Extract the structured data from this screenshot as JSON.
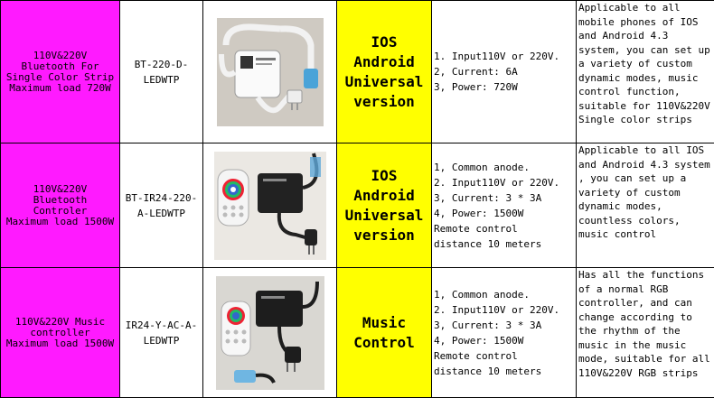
{
  "rows": [
    {
      "name_lines": [
        "110V&220V",
        "Bluetooth For",
        "Single Color Strip",
        "Maximum load 720W"
      ],
      "model_lines": [
        "BT-220-D-",
        "LEDWTP"
      ],
      "photo_icon": "bluetooth-controller-photo",
      "system_lines": [
        "IOS",
        "Android",
        "Universal",
        "version"
      ],
      "spec_lines": [
        "1. Input110V or 220V.",
        "2, Current: 6A",
        "3, Power: 720W"
      ],
      "desc_lines": [
        "Applicable to all",
        "mobile phones of IOS",
        "and Android 4.3",
        "system, you can set up",
        "a variety of custom",
        "dynamic modes, music",
        "control function,",
        "suitable for 110V&220V",
        "Single color strips"
      ]
    },
    {
      "name_lines": [
        "110V&220V",
        "Bluetooth",
        "Controler",
        "Maximum load 1500W"
      ],
      "model_lines": [
        "BT-IR24-220-",
        "A-LEDWTP"
      ],
      "photo_icon": "rgb-bluetooth-controller-remote-photo",
      "system_lines": [
        "IOS",
        "Android",
        "Universal",
        "version"
      ],
      "spec_lines": [
        "1, Common anode.",
        "2. Input110V or 220V.",
        "3, Current: 3 * 3A",
        "4, Power: 1500W",
        "Remote control",
        "distance 10 meters"
      ],
      "desc_lines": [
        "Applicable to all IOS",
        "and Android 4.3 system",
        ", you can set up a",
        "variety of custom",
        "dynamic modes,",
        "countless colors,",
        "music control"
      ]
    },
    {
      "name_lines": [
        "110V&220V Music",
        "controller",
        "Maximum load 1500W"
      ],
      "model_lines": [
        "IR24-Y-AC-A-",
        "LEDWTP"
      ],
      "photo_icon": "music-controller-remote-photo",
      "system_lines": [
        "Music",
        "Control"
      ],
      "spec_lines": [
        "1, Common anode.",
        "2. Input110V or 220V.",
        "3, Current: 3 * 3A",
        "4, Power: 1500W",
        "Remote control",
        "distance 10 meters"
      ],
      "desc_lines": [
        "Has all the functions",
        "of a normal RGB",
        "controller, and can",
        "change according to",
        "the rhythm of the",
        "music in the music",
        "mode, suitable for all",
        "110V&220V RGB strips"
      ]
    }
  ],
  "colors": {
    "name_bg": "#ff1aff",
    "system_bg": "#ffff00",
    "border": "#000000"
  }
}
